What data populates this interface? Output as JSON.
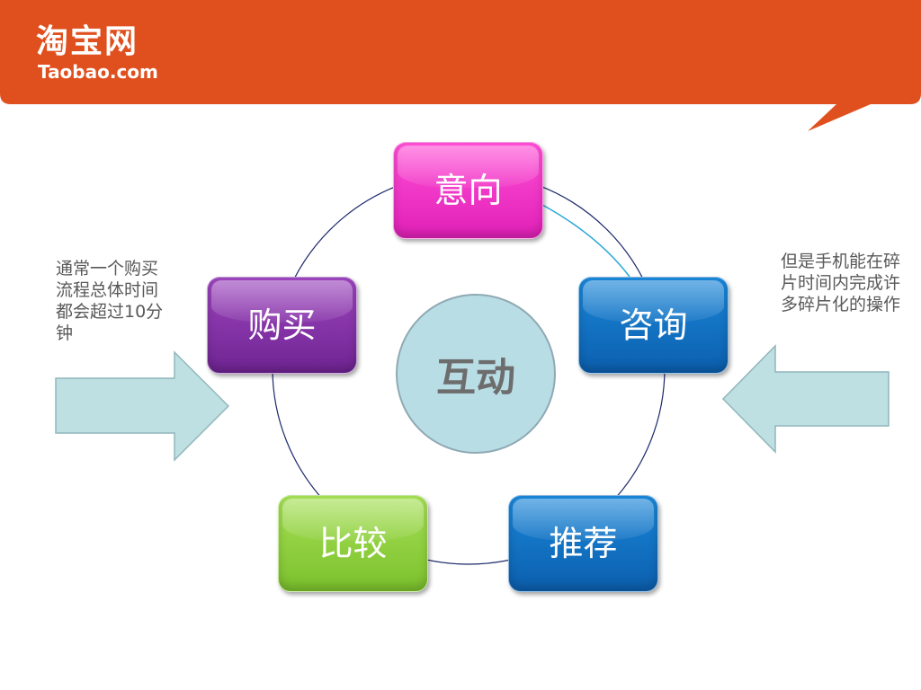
{
  "header": {
    "logo_cn": "淘宝网",
    "logo_en": "Taobao.com",
    "bar_color": "#e0501f"
  },
  "diagram": {
    "center_label": "互动",
    "nodes": [
      {
        "label": "意向",
        "color": "#f03cc8"
      },
      {
        "label": "咨询",
        "color": "#1172c4"
      },
      {
        "label": "推荐",
        "color": "#1172c4"
      },
      {
        "label": "比较",
        "color": "#90d041"
      },
      {
        "label": "购买",
        "color": "#8532a8"
      }
    ]
  },
  "notes": {
    "left": "通常一个购买流程总体时间都会超过10分钟",
    "right": "但是手机能在碎片时间内完成许多碎片化的操作"
  },
  "icons": {
    "left_arrow": "arrow-right-icon",
    "right_arrow": "arrow-left-icon"
  }
}
